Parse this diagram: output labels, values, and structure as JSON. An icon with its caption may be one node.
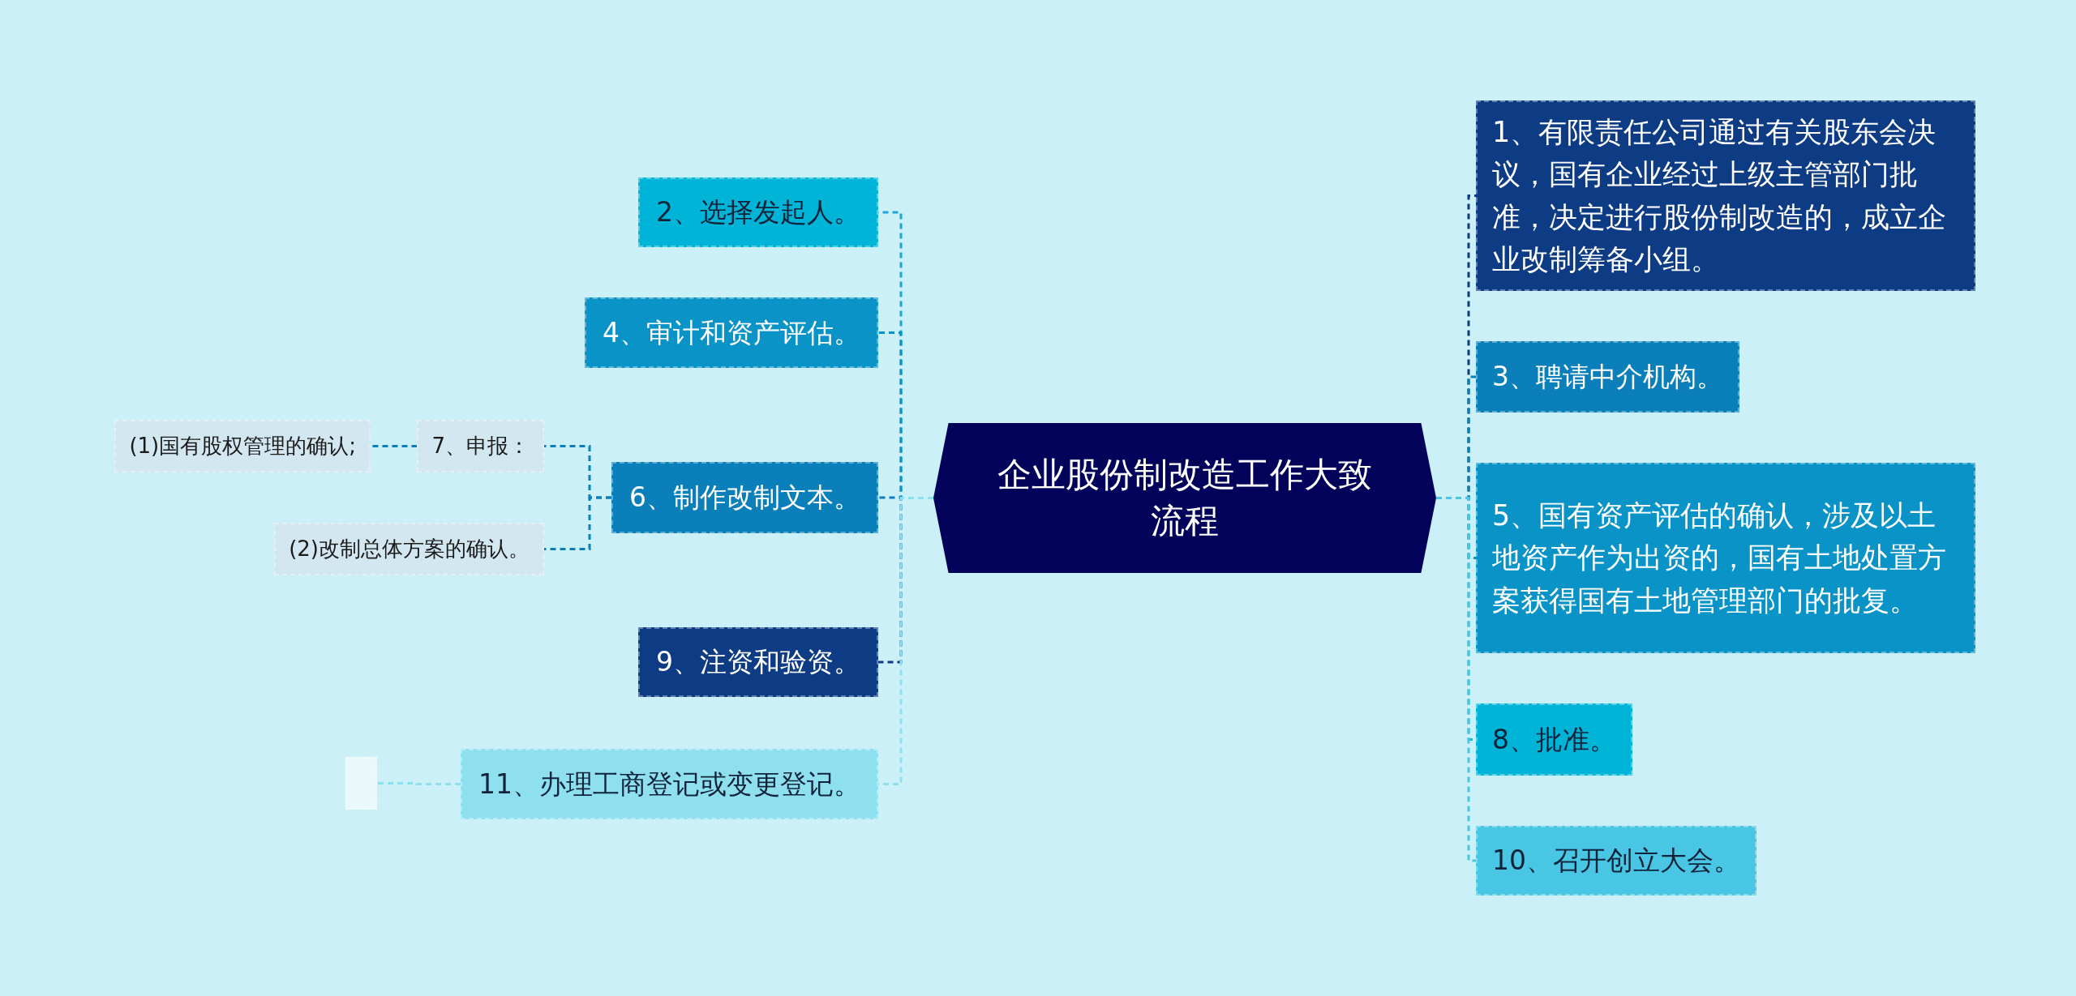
{
  "diagram": {
    "nodes": [
      {
        "text": [
          "企业股份制改造工作大致流程"
        ]
      },
      {
        "text": [
          "2、选择发起人。"
        ]
      },
      {
        "text": [
          "4、审计和资产评估。"
        ]
      },
      {
        "text": [
          "7、申报："
        ]
      },
      {
        "text": [
          "(1)国有股权管理的确认;"
        ]
      },
      {
        "text": [
          "6、制作改制文本。"
        ]
      },
      {
        "text": [
          "(2)改制总体方案的确认。"
        ]
      },
      {
        "text": [
          "9、注资和验资。"
        ]
      },
      {
        "text": [],
        "shape": "box"
      },
      {
        "text": [
          "11、办理工商登记或变更登记。"
        ]
      },
      {
        "text": [
          "1、有限责任公司通过有关股东会决议，国有企业经过上级主管部门批准，决定进行股份制改造的，成立企业改制筹备小组。"
        ]
      },
      {
        "text": [
          "3、聘请中介机构。"
        ]
      },
      {
        "text": [
          "5、国有资产评估的确认，涉及以土地资产作为出资的，国有土地处置方案获得国有土地管理部门的批复。"
        ]
      },
      {
        "text": [
          "8、批准。"
        ]
      },
      {
        "text": [
          "10、召开创立大会。"
        ]
      }
    ],
    "edges": [
      {
        "from": 0,
        "to": 1,
        "arrow": "none",
        "color": "#1aa8cf"
      },
      {
        "from": 0,
        "to": 2,
        "arrow": "none",
        "color": "#0a93c6"
      },
      {
        "from": 0,
        "to": 5,
        "arrow": "none",
        "color": "#0a7fba"
      },
      {
        "from": 5,
        "to": 3,
        "arrow": "none",
        "color": "#0a7fba"
      },
      {
        "from": 3,
        "to": 4,
        "arrow": "none",
        "color": "#0a7fba"
      },
      {
        "from": 5,
        "to": 6,
        "arrow": "none",
        "color": "#0a7fba"
      },
      {
        "from": 0,
        "to": 7,
        "arrow": "none",
        "color": "#0d3b84"
      },
      {
        "from": 0,
        "to": 9,
        "arrow": "none",
        "color": "#8fe0ef"
      },
      {
        "from": 9,
        "to": 8,
        "arrow": "none",
        "color": "#8fe0ef"
      },
      {
        "from": 0,
        "to": 10,
        "arrow": "none",
        "color": "#0d3b84"
      },
      {
        "from": 0,
        "to": 11,
        "arrow": "none",
        "color": "#0a7fba"
      },
      {
        "from": 0,
        "to": 12,
        "arrow": "none",
        "color": "#0a93c6"
      },
      {
        "from": 0,
        "to": 13,
        "arrow": "none",
        "color": "#1ab8d8"
      },
      {
        "from": 0,
        "to": 14,
        "arrow": "none",
        "color": "#48c6e3"
      }
    ]
  }
}
